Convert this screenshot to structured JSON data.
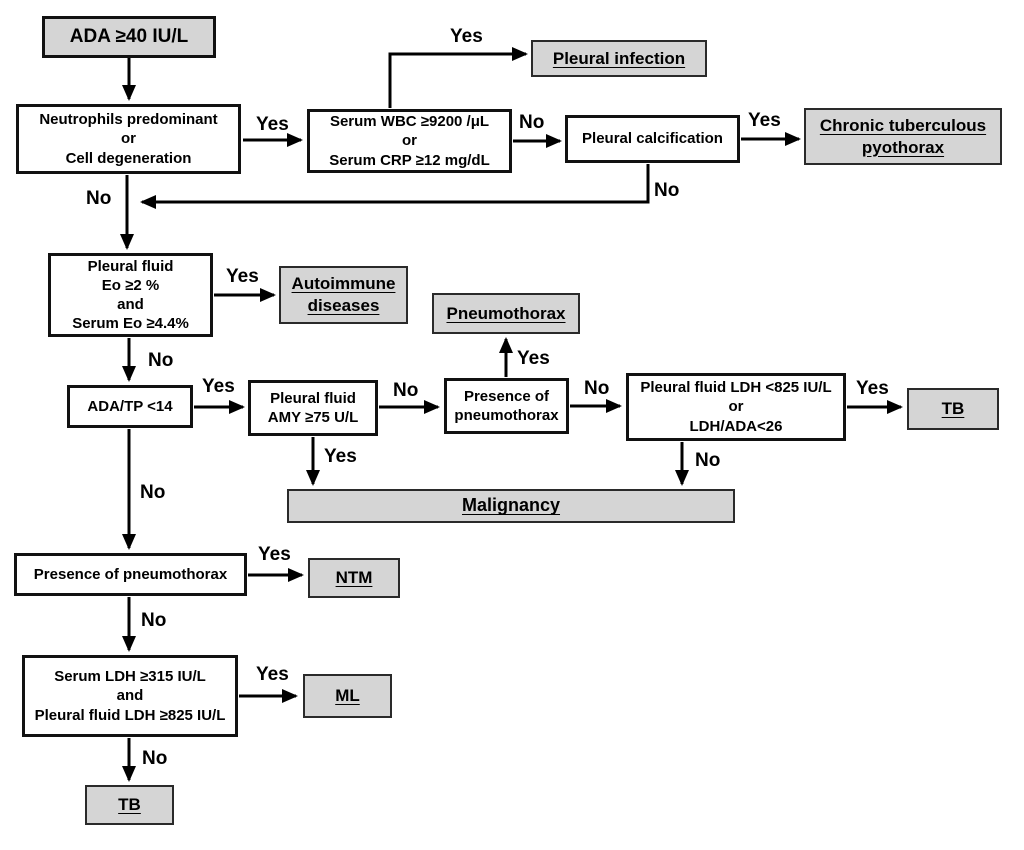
{
  "diagram": {
    "background_color": "#ffffff",
    "decision_fill": "#ffffff",
    "outcome_fill": "#d5d5d5",
    "line_color": "#000000",
    "nodes": {
      "ada": {
        "text": "ADA ≥40 IU/L",
        "type": "start"
      },
      "neutrophils": {
        "text": "Neutrophils predominant\nor\nCell degeneration",
        "type": "decision"
      },
      "wbc": {
        "text": "Serum WBC ≥9200 /μL\nor\nSerum CRP ≥12 mg/dL",
        "type": "decision"
      },
      "pleural_infection": {
        "text": "Pleural infection",
        "type": "outcome"
      },
      "calcification": {
        "text": "Pleural calcification",
        "type": "decision"
      },
      "pyothorax": {
        "text": "Chronic tuberculous\npyothorax",
        "type": "outcome"
      },
      "eo": {
        "text": "Pleural fluid\nEo ≥2 %\nand\nSerum Eo ≥4.4%",
        "type": "decision"
      },
      "autoimmune": {
        "text": "Autoimmune\ndiseases",
        "type": "outcome"
      },
      "pneumothorax": {
        "text": "Pneumothorax",
        "type": "outcome"
      },
      "ada_tp": {
        "text": "ADA/TP <14",
        "type": "decision"
      },
      "amy": {
        "text": "Pleural fluid\nAMY ≥75 U/L",
        "type": "decision"
      },
      "presence1": {
        "text": "Presence of\npneumothorax",
        "type": "decision"
      },
      "ldh": {
        "text": "Pleural fluid LDH <825 IU/L\nor\nLDH/ADA<26",
        "type": "decision"
      },
      "tb1": {
        "text": "TB",
        "type": "outcome"
      },
      "malignancy": {
        "text": "Malignancy",
        "type": "outcome"
      },
      "presence2": {
        "text": "Presence of pneumothorax",
        "type": "decision"
      },
      "ntm": {
        "text": "NTM",
        "type": "outcome"
      },
      "serum_ldh": {
        "text": "Serum LDH ≥315 IU/L\nand\nPleural fluid LDH ≥825 IU/L",
        "type": "decision"
      },
      "ml": {
        "text": "ML",
        "type": "outcome"
      },
      "tb2": {
        "text": "TB",
        "type": "outcome"
      }
    },
    "edges": [
      {
        "from": "ada",
        "to": "neutrophils",
        "label": ""
      },
      {
        "from": "neutrophils",
        "to": "wbc",
        "label": "Yes"
      },
      {
        "from": "wbc",
        "to": "pleural_infection",
        "label": "Yes"
      },
      {
        "from": "wbc",
        "to": "calcification",
        "label": "No"
      },
      {
        "from": "calcification",
        "to": "pyothorax",
        "label": "Yes"
      },
      {
        "from": "calcification",
        "to": "eo",
        "label": "No"
      },
      {
        "from": "neutrophils",
        "to": "eo",
        "label": "No"
      },
      {
        "from": "eo",
        "to": "autoimmune",
        "label": "Yes"
      },
      {
        "from": "eo",
        "to": "ada_tp",
        "label": "No"
      },
      {
        "from": "ada_tp",
        "to": "amy",
        "label": "Yes"
      },
      {
        "from": "amy",
        "to": "presence1",
        "label": "No"
      },
      {
        "from": "presence1",
        "to": "pneumothorax",
        "label": "Yes"
      },
      {
        "from": "presence1",
        "to": "ldh",
        "label": "No"
      },
      {
        "from": "ldh",
        "to": "tb1",
        "label": "Yes"
      },
      {
        "from": "amy",
        "to": "malignancy",
        "label": "Yes"
      },
      {
        "from": "ldh",
        "to": "malignancy",
        "label": "No"
      },
      {
        "from": "ada_tp",
        "to": "presence2",
        "label": "No"
      },
      {
        "from": "presence2",
        "to": "ntm",
        "label": "Yes"
      },
      {
        "from": "presence2",
        "to": "serum_ldh",
        "label": "No"
      },
      {
        "from": "serum_ldh",
        "to": "ml",
        "label": "Yes"
      },
      {
        "from": "serum_ldh",
        "to": "tb2",
        "label": "No"
      }
    ]
  }
}
